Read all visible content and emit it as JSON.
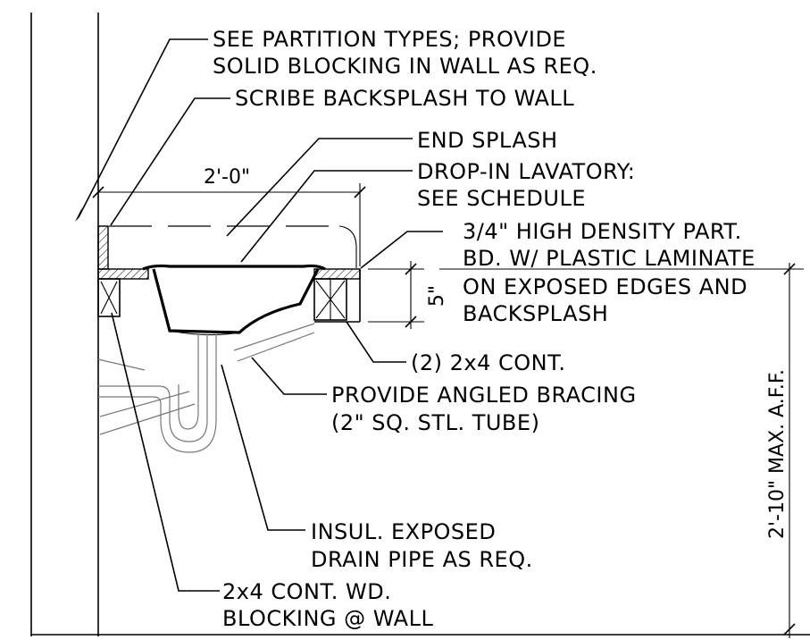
{
  "notes": {
    "partition_line1": "SEE PARTITION TYPES; PROVIDE",
    "partition_line2": "SOLID BLOCKING IN WALL AS REQ.",
    "scribe": "SCRIBE BACKSPLASH TO WALL",
    "end_splash": "END SPLASH",
    "lavatory_line1": "DROP-IN LAVATORY:",
    "lavatory_line2": "SEE SCHEDULE",
    "board_line1": "3/4\" HIGH DENSITY PART.",
    "board_line2": "BD. W/ PLASTIC LAMINATE",
    "board_line3": "ON EXPOSED EDGES AND",
    "board_line4": "BACKSPLASH",
    "two_by_four": "(2) 2x4 CONT.",
    "bracing_line1": "PROVIDE ANGLED BRACING",
    "bracing_line2": "(2\" SQ. STL. TUBE)",
    "insul_line1": "INSUL. EXPOSED",
    "insul_line2": "DRAIN PIPE AS REQ.",
    "blocking_line1": "2x4 CONT. WD.",
    "blocking_line2": "BLOCKING @ WALL"
  },
  "dimensions": {
    "width": "2'-0\"",
    "thickness": "5\"",
    "height": "2'-10\" MAX. A.F.F."
  }
}
